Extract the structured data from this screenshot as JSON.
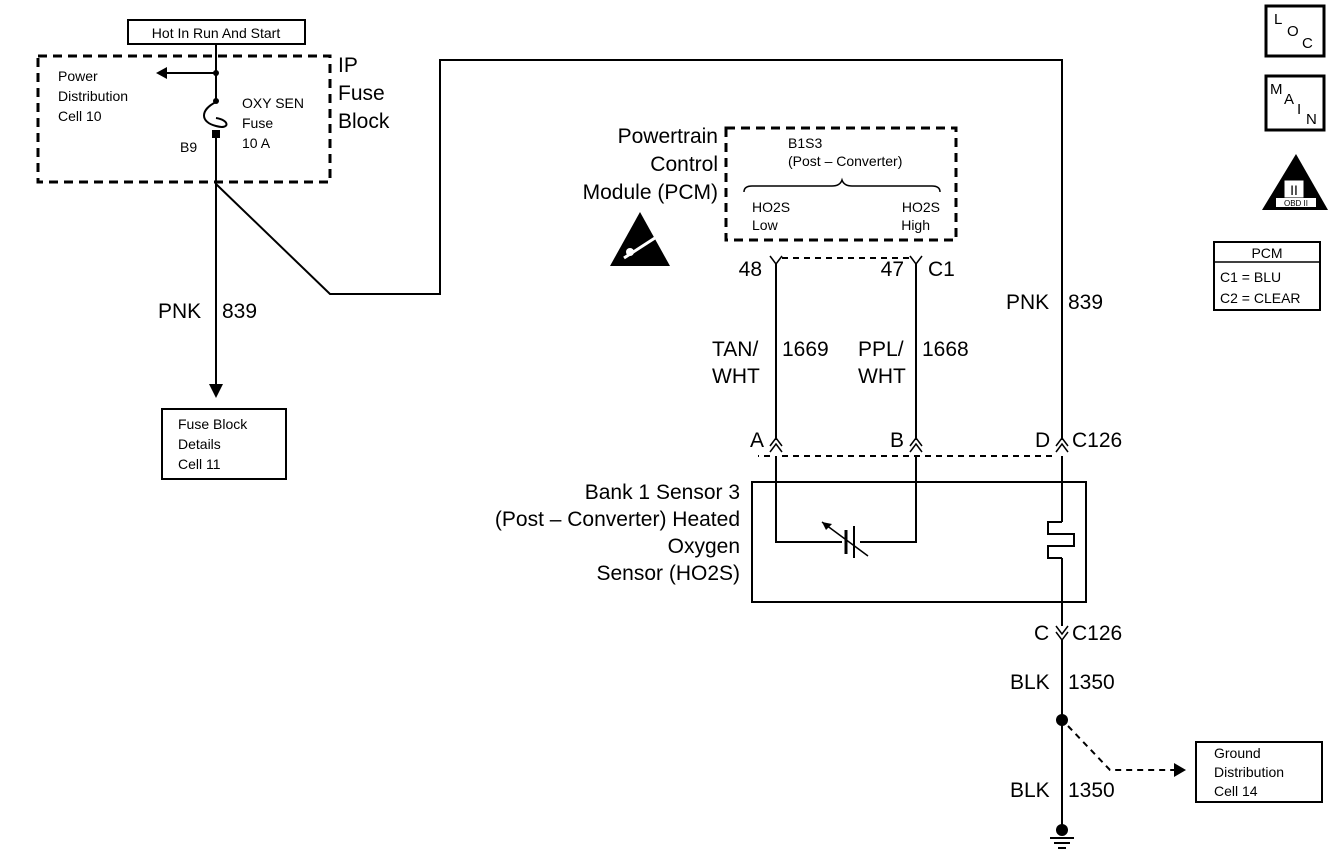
{
  "labels": {
    "hot_in_run": "Hot In Run And Start",
    "ip_fuse_block": [
      "IP",
      "Fuse",
      "Block"
    ],
    "power_distribution": [
      "Power",
      "Distribution",
      "Cell 10"
    ],
    "oxy_sen_fuse": [
      "OXY SEN",
      "Fuse",
      "10 A"
    ],
    "b9": "B9",
    "pnk_left": "PNK",
    "c839_left": "839",
    "fuse_block_details": [
      "Fuse Block",
      "Details",
      "Cell 11"
    ],
    "pcm_name": [
      "Powertrain",
      "Control",
      "Module (PCM)"
    ],
    "b1s3": [
      "B1S3",
      "(Post – Converter)"
    ],
    "ho2s_low": [
      "HO2S",
      "Low"
    ],
    "ho2s_high": [
      "HO2S",
      "High"
    ],
    "pin_48": "48",
    "pin_47": "47",
    "conn_c1": "C1",
    "tan": "TAN/",
    "wht1": "WHT",
    "c1669": "1669",
    "ppl": "PPL/",
    "wht2": "WHT",
    "c1668": "1668",
    "pnk_right": "PNK",
    "c839_right": "839",
    "pin_a": "A",
    "pin_b": "B",
    "pin_d": "D",
    "c126_top": "C126",
    "sensor": [
      "Bank 1 Sensor 3",
      "(Post – Converter) Heated",
      "Oxygen",
      "Sensor (HO2S)"
    ],
    "pin_c": "C",
    "c126_bottom": "C126",
    "blk_1": "BLK",
    "c1350_1": "1350",
    "blk_2": "BLK",
    "c1350_2": "1350",
    "ground_distribution": [
      "Ground",
      "Distribution",
      "Cell 14"
    ]
  },
  "nav_icons": {
    "loc": [
      "L",
      "O",
      "C"
    ],
    "main": [
      "M",
      "A",
      "I",
      "N"
    ],
    "obd": [
      "II",
      "OBD II"
    ]
  },
  "pcm_legend": {
    "title": "PCM",
    "rows": [
      "C1 = BLU",
      "C2 = CLEAR"
    ]
  }
}
